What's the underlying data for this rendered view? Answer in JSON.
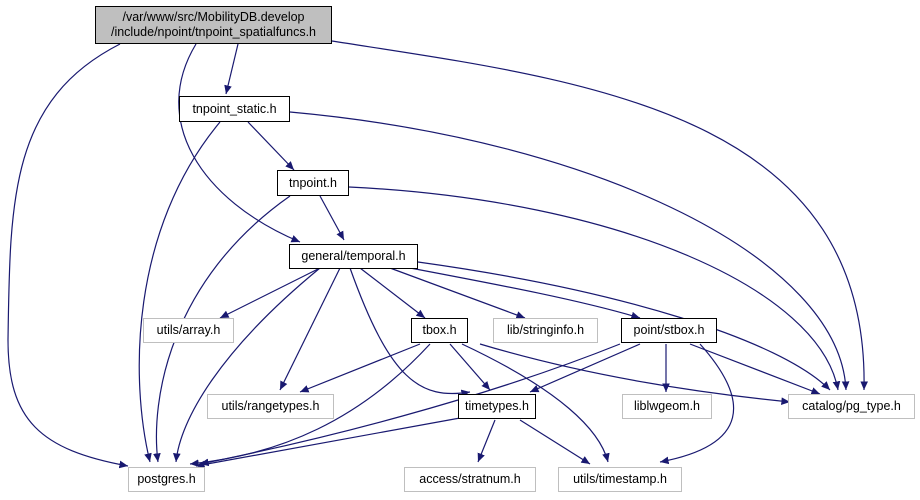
{
  "nodes": {
    "root": {
      "line1": "/var/www/src/MobilityDB.develop",
      "line2": "/include/npoint/tnpoint_spatialfuncs.h"
    },
    "tnpoint_static": "tnpoint_static.h",
    "tnpoint": "tnpoint.h",
    "temporal": "general/temporal.h",
    "array": "utils/array.h",
    "tbox": "tbox.h",
    "stringinfo": "lib/stringinfo.h",
    "stbox": "point/stbox.h",
    "rangetypes": "utils/rangetypes.h",
    "timetypes": "timetypes.h",
    "liblwgeom": "liblwgeom.h",
    "pg_type": "catalog/pg_type.h",
    "postgres": "postgres.h",
    "stratnum": "access/stratnum.h",
    "timestamp": "utils/timestamp.h"
  },
  "colors": {
    "edge": "#191970",
    "node_border": "#000000",
    "ext_border": "#bfbfbf",
    "root_fill": "#bfbfbf"
  }
}
